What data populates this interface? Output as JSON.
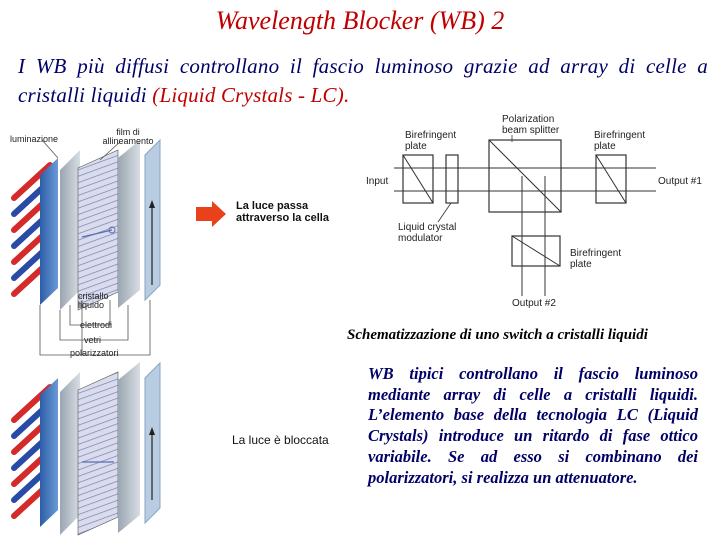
{
  "title": "Wavelength Blocker (WB) 2",
  "intro": {
    "part1": "I WB più diffusi controllano il fascio luminoso grazie ad array di celle a cristalli liquidi ",
    "highlight": "(Liquid Crystals - LC)."
  },
  "cell_diagram_top": {
    "label_illumination": "luminazione",
    "label_alignment": "film di allineamento",
    "label_crystal": "cristallo liquido",
    "label_electrodes": "elettrodi",
    "label_glass": "vetri",
    "label_polarizers": "polarizzatori",
    "arrow_text": "La luce passa attraverso la cella"
  },
  "cell_diagram_bottom": {
    "blocked_text": "La luce è bloccata"
  },
  "switch_diagram": {
    "label_pbs": "Polarization beam splitter",
    "label_bire_left": "Birefringent plate",
    "label_bire_right": "Birefringent plate",
    "label_bire_bottom": "Birefringent plate",
    "label_input": "Input",
    "label_output1": "Output #1",
    "label_output2": "Output #2",
    "label_lc": "Liquid crystal modulator"
  },
  "caption": "Schematizzazione di uno switch a cristalli liquidi",
  "wb_text": "WB tipici controllano il fascio luminoso mediante array di celle a cristalli liquidi. L’elemento base della tecnologia LC (Liquid Crystals) introduce un ritardo di fase ottico variabile. Se ad esso si combinano dei polarizzatori, si realizza un attenuatore.",
  "colors": {
    "title": "#c00000",
    "body_text": "#000066",
    "arrow": "#e8411c",
    "panel_blue": "#3a6fb5"
  }
}
